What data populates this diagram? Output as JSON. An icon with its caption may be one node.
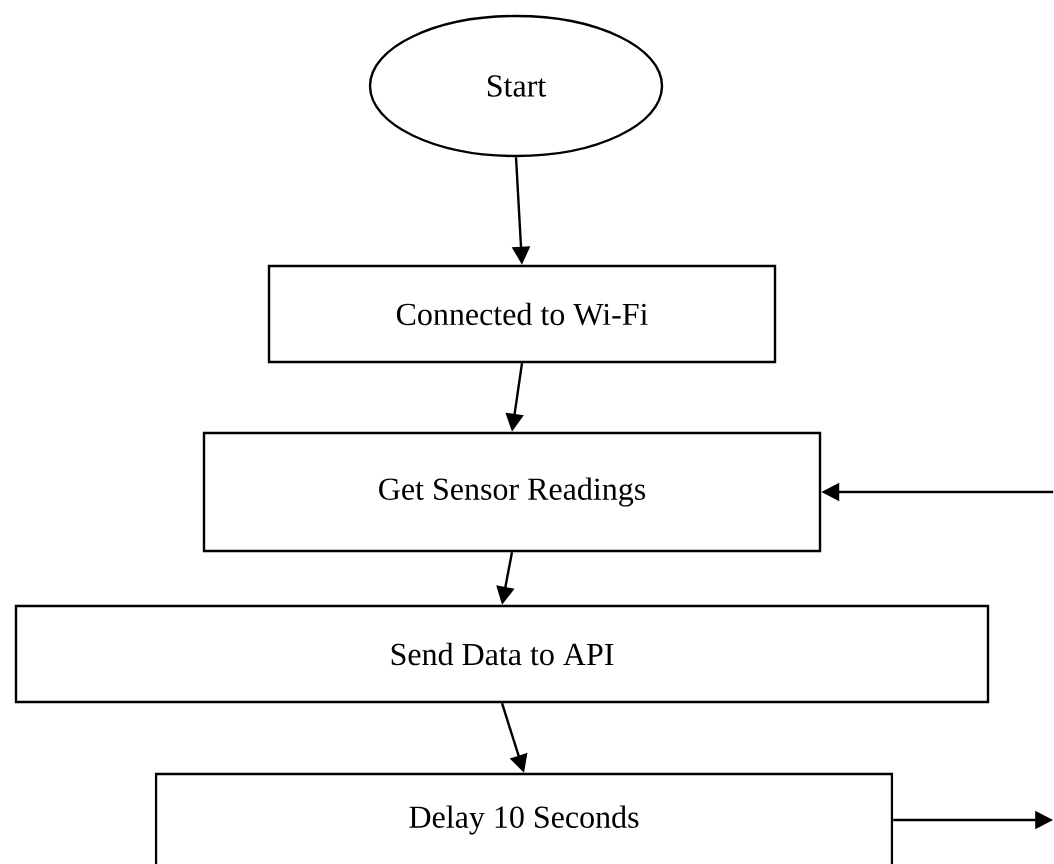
{
  "diagram": {
    "nodes": [
      {
        "text": [
          "Start"
        ]
      },
      {
        "text": [
          "Connected to Wi-Fi"
        ]
      },
      {
        "text": [
          "Get Sensor Readings"
        ]
      },
      {
        "text": [
          "Send Data to API"
        ]
      },
      {
        "text": [
          "Delay 10 Seconds"
        ]
      }
    ],
    "edges": [
      {
        "from": 0,
        "to": 1,
        "arrow": "to"
      },
      {
        "from": 1,
        "to": 2,
        "arrow": "to"
      },
      {
        "from": 2,
        "to": 3,
        "arrow": "to"
      },
      {
        "from": 3,
        "to": 4,
        "arrow": "to"
      },
      {
        "from": 4,
        "to": null,
        "arrow": "to"
      },
      {
        "from": null,
        "to": 2,
        "arrow": "to"
      }
    ]
  }
}
